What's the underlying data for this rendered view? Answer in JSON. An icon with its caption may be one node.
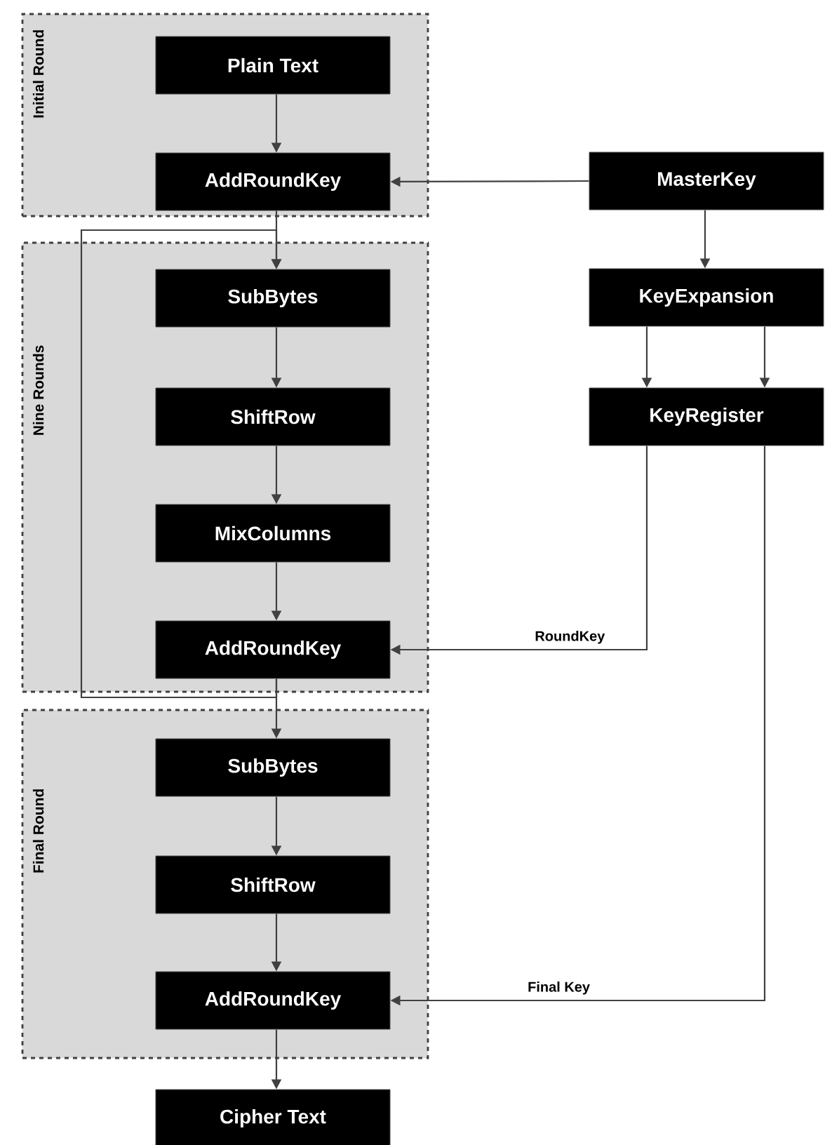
{
  "diagram": {
    "nodes": [
      {
        "text": [
          "Initial Round"
        ]
      },
      {
        "text": [
          "Plain Text"
        ],
        "in": 0
      },
      {
        "text": [
          "AddRoundKey"
        ],
        "in": 0
      },
      {
        "text": [
          "Nine Rounds"
        ]
      },
      {
        "text": [
          "SubBytes"
        ],
        "in": 3
      },
      {
        "text": [
          "ShiftRow"
        ],
        "in": 3
      },
      {
        "text": [
          "MixColumns"
        ],
        "in": 3
      },
      {
        "text": [
          "AddRoundKey"
        ],
        "in": 3
      },
      {
        "text": [
          "Final Round"
        ]
      },
      {
        "text": [
          "SubBytes"
        ],
        "in": 8
      },
      {
        "text": [
          "ShiftRow"
        ],
        "in": 8
      },
      {
        "text": [
          "AddRoundKey"
        ],
        "in": 8
      },
      {
        "text": [
          "Cipher Text"
        ]
      },
      {
        "text": [
          "MasterKey"
        ]
      },
      {
        "text": [
          "KeyExpansion"
        ]
      },
      {
        "text": [
          "KeyRegister"
        ]
      }
    ],
    "edges": [
      {
        "from": 1,
        "to": 2,
        "arrow": "to"
      },
      {
        "from": 13,
        "to": 2,
        "arrow": "to"
      },
      {
        "from": 2,
        "to": 4,
        "arrow": "to"
      },
      {
        "from": 4,
        "to": 5,
        "arrow": "to"
      },
      {
        "from": 5,
        "to": 6,
        "arrow": "to"
      },
      {
        "from": 6,
        "to": 7,
        "arrow": "to"
      },
      {
        "from": 7,
        "to": 4,
        "arrow": "to"
      },
      {
        "from": 7,
        "to": 9,
        "arrow": "to"
      },
      {
        "from": 9,
        "to": 10,
        "arrow": "to"
      },
      {
        "from": 10,
        "to": 11,
        "arrow": "to"
      },
      {
        "from": 11,
        "to": 12,
        "arrow": "to"
      },
      {
        "from": 13,
        "to": 14,
        "arrow": "to"
      },
      {
        "from": 14,
        "to": 15,
        "arrow": "to"
      },
      {
        "from": 14,
        "to": 15,
        "arrow": "to"
      },
      {
        "from": 15,
        "to": 7,
        "arrow": "to",
        "label": "RoundKey"
      },
      {
        "from": 15,
        "to": 11,
        "arrow": "to",
        "label": "Final Key"
      }
    ]
  }
}
